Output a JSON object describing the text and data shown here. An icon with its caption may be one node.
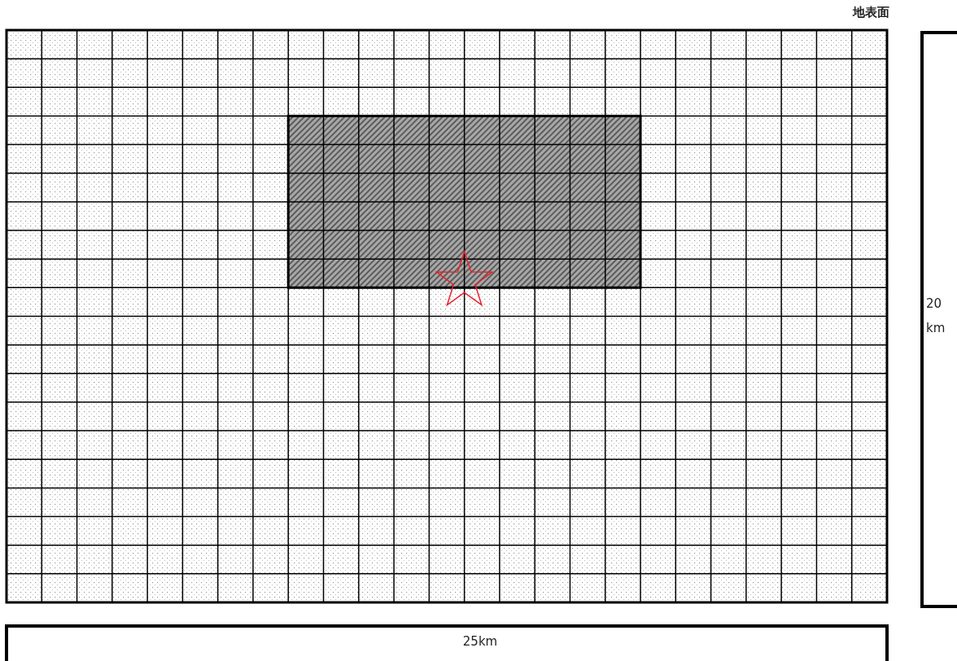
{
  "diagram": {
    "labels": [
      "地表面",
      "20 km",
      "25km"
    ]
  }
}
